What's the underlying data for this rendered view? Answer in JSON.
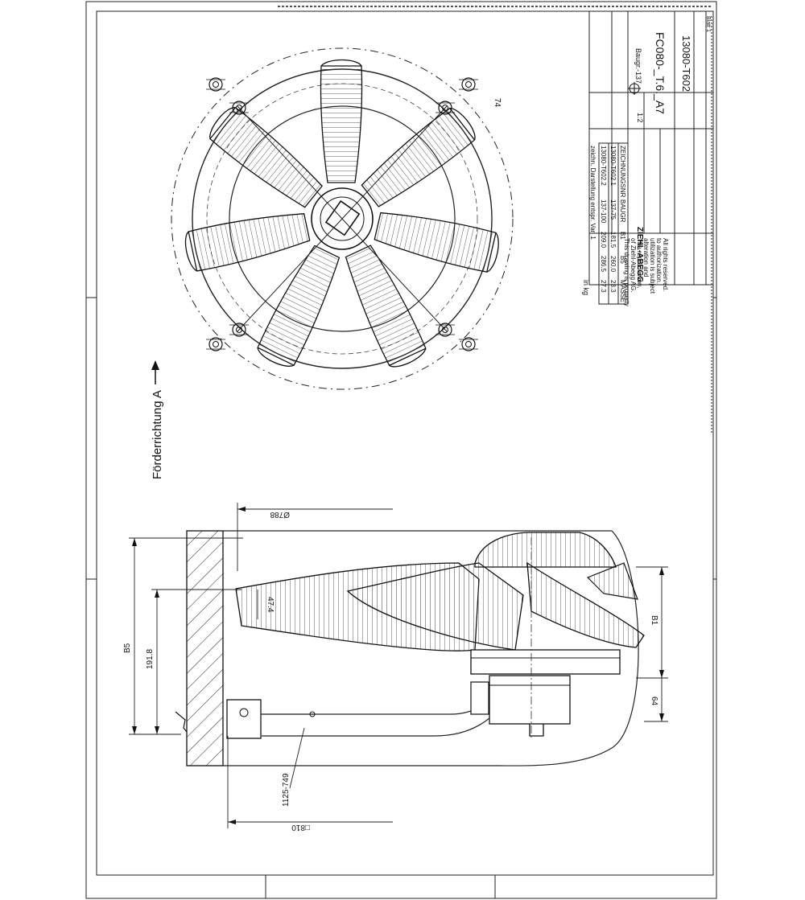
{
  "drawing": {
    "flow_label": "Förderrichtung A",
    "rotation_dim": "74",
    "dims": {
      "dia_788": "Ø788",
      "square_810": "□810",
      "b5": "B5",
      "dim_191_8": "191.8",
      "dim_47_4": "47.4",
      "b1": "B1",
      "dim_64": "64",
      "range_1125_749": "1125-749"
    }
  },
  "title_block": {
    "unit": "in kg",
    "table_headers": [
      "ZEICHNUNGSNR",
      "BAUGR",
      "B1",
      "B5",
      "MASSE"
    ],
    "table_rows": [
      [
        "13080-T602.1",
        "137-75",
        "181.5",
        "260.0",
        "23.3"
      ],
      [
        "13080-T602.2",
        "137-100",
        "209.0",
        "286.5",
        "27.3"
      ]
    ],
    "note": "zeichn. Darstellung entspr. Var. 1",
    "company": "ZIEHL-ABEGG",
    "rights": [
      "This drawing is property",
      "of Ziehl-Abegg AG.",
      "The reproduction,",
      "alteration and",
      "utilization is subject",
      "to authorization.",
      "All rights reserved."
    ],
    "scale": "1:2",
    "baugr": "Baugr.-137",
    "type_code": "FC080-_T.6._A7",
    "drawing_number": "13080-T602",
    "sheet": "Blatt 1"
  }
}
